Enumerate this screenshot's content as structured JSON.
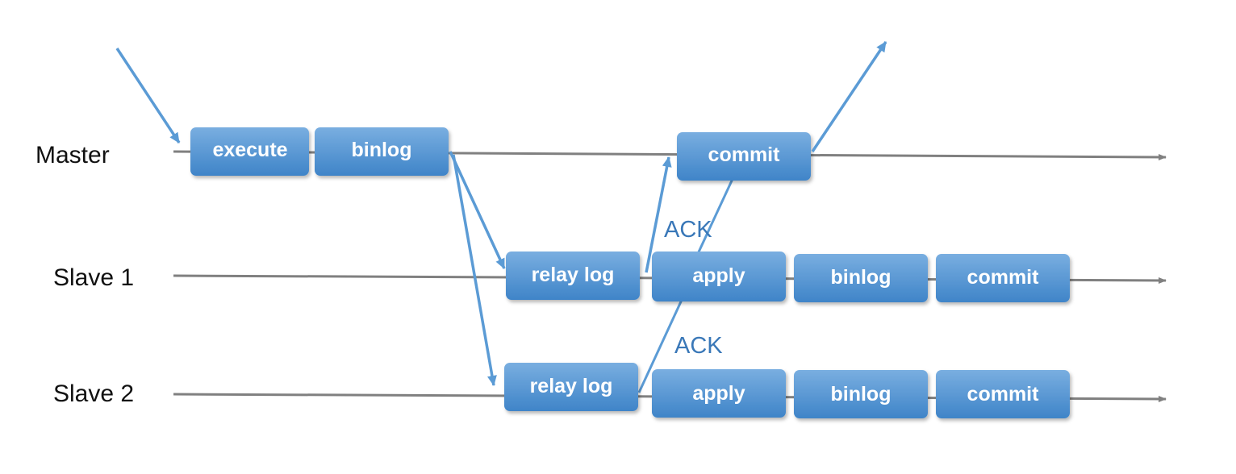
{
  "colors": {
    "timeline": "#808080",
    "arrow": "#5b9bd5",
    "box_top": "#79aee0",
    "box_bottom": "#3f84c8",
    "box_text": "#ffffff",
    "ack_text": "#3a78b8"
  },
  "rows": {
    "master": "Master",
    "slave1": "Slave 1",
    "slave2": "Slave 2"
  },
  "master": {
    "execute": "execute",
    "binlog": "binlog",
    "commit": "commit"
  },
  "slave1": {
    "relay_log": "relay log",
    "apply": "apply",
    "binlog": "binlog",
    "commit": "commit"
  },
  "slave2": {
    "relay_log": "relay log",
    "apply": "apply",
    "binlog": "binlog",
    "commit": "commit"
  },
  "ack": {
    "slave1": "ACK",
    "slave2": "ACK"
  }
}
